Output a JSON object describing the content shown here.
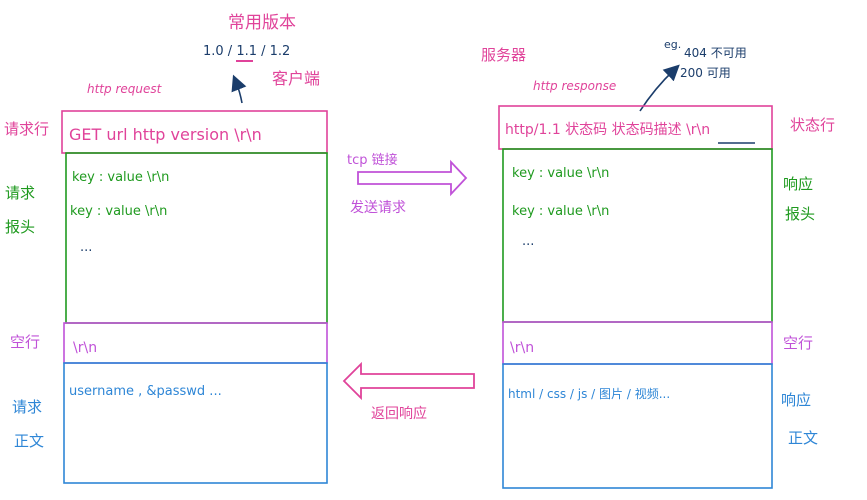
{
  "colors": {
    "pink": "#e0439a",
    "green": "#1f9a1f",
    "blue": "#2e86d6",
    "purple": "#c052d8",
    "navy": "#1b3d6b"
  },
  "client": {
    "versions_title": "常用版本",
    "versions": "1.0 / 1.1 / 1.2",
    "role": "客户端",
    "request_caption": "http    request",
    "request_line_label": "请求行",
    "request_line": "GET   url   http version  \\r\\n",
    "headers_label": [
      "请求",
      "报头"
    ],
    "headers": [
      "key : value \\r\\n",
      "key : value \\r\\n",
      "..."
    ],
    "blank_label": "空行",
    "blank": "\\r\\n",
    "body_label": [
      "请求",
      "正文"
    ],
    "body": "username , &passwd ..."
  },
  "server": {
    "role": "服务器",
    "response_caption": "http    response",
    "eg": "eg.",
    "eg_lines": [
      "404 不可用",
      "200  可用"
    ],
    "status_line_label": "状态行",
    "status_line": "http/1.1   状态码   状态码描述  \\r\\n",
    "headers_label": [
      "响应",
      "报头"
    ],
    "headers": [
      "key : value  \\r\\n",
      "key : value  \\r\\n",
      "..."
    ],
    "blank_label": "空行",
    "blank": "\\r\\n",
    "body_label": [
      "响应",
      "正文"
    ],
    "body": "html / css / js / 图片 / 视频..."
  },
  "arrows": {
    "tcp": "tcp 链接",
    "send": "发送请求",
    "return": "返回响应"
  }
}
